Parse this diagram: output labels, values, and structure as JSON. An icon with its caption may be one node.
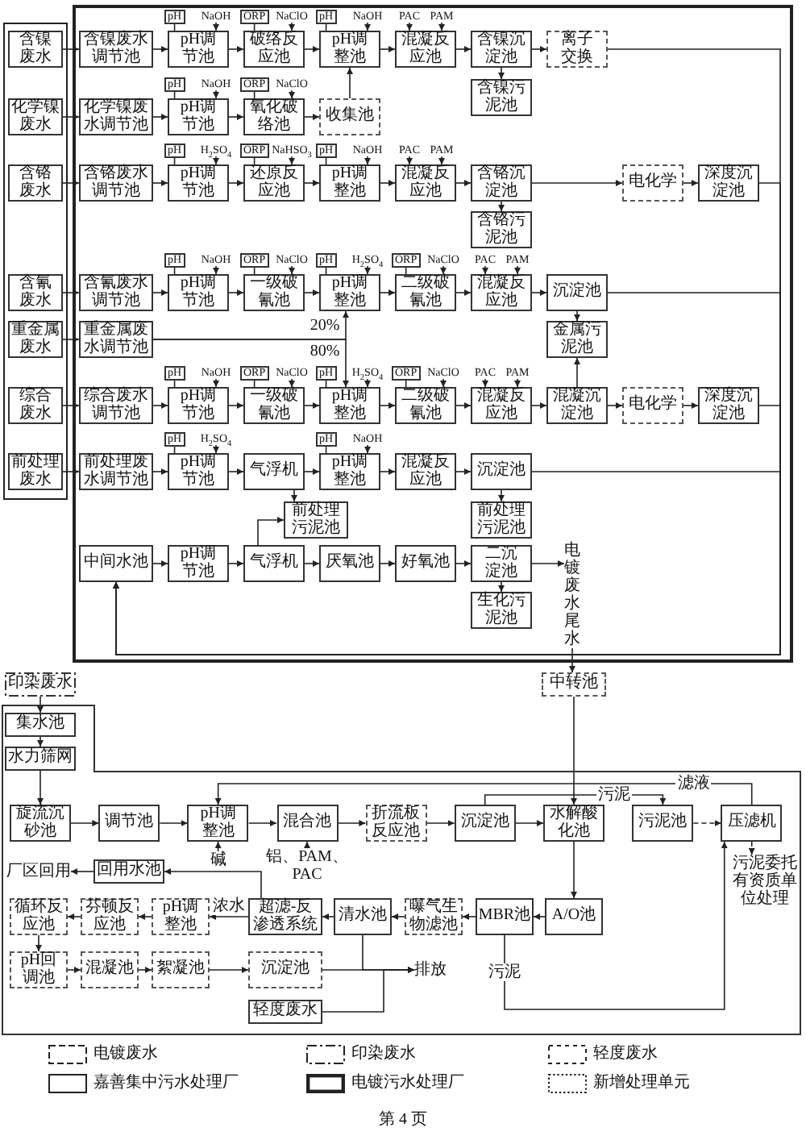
{
  "diagram": {
    "nodes": [
      {
        "text": [],
        "shape": "box"
      },
      {
        "text": [
          "含镍废水"
        ],
        "in": 0
      },
      {
        "text": [
          "化学镍废水"
        ],
        "in": 0
      },
      {
        "text": [
          "含铬废水"
        ],
        "in": 0
      },
      {
        "text": [
          "含氰废水"
        ],
        "in": 0
      },
      {
        "text": [
          "重金属废水"
        ],
        "in": 0
      },
      {
        "text": [
          "综合废水"
        ],
        "in": 0
      },
      {
        "text": [
          "前处理废水"
        ],
        "in": 0
      },
      {
        "text": [],
        "shape": "box"
      },
      {
        "text": [
          "含镍废水调节池"
        ],
        "in": 8
      },
      {
        "text": [
          "pH调节池"
        ],
        "in": 8
      },
      {
        "text": [
          "破络反应池"
        ],
        "in": 8
      },
      {
        "text": [
          "pH调整池"
        ],
        "in": 8
      },
      {
        "text": [
          "混凝反应池"
        ],
        "in": 8
      },
      {
        "text": [
          "含镍沉淀池"
        ],
        "in": 8
      },
      {
        "text": [
          "离子交换"
        ],
        "in": 8
      },
      {
        "text": [
          "含镍污泥池"
        ],
        "in": 8
      },
      {
        "text": [
          "pH"
        ],
        "in": 8
      },
      {
        "text": [
          "NaOH"
        ],
        "in": 8
      },
      {
        "text": [
          "ORP"
        ],
        "in": 8
      },
      {
        "text": [
          "NaClO"
        ],
        "in": 8
      },
      {
        "text": [
          "pH"
        ],
        "in": 8
      },
      {
        "text": [
          "NaOH"
        ],
        "in": 8
      },
      {
        "text": [
          "PAC"
        ],
        "in": 8
      },
      {
        "text": [
          "PAM"
        ],
        "in": 8
      },
      {
        "text": [
          "化学镍废水调节池"
        ],
        "in": 8
      },
      {
        "text": [
          "pH调节池"
        ],
        "in": 8
      },
      {
        "text": [
          "氧化破络池"
        ],
        "in": 8
      },
      {
        "text": [
          "收集池"
        ],
        "in": 8
      },
      {
        "text": [
          "pH"
        ],
        "in": 8
      },
      {
        "text": [
          "NaOH"
        ],
        "in": 8
      },
      {
        "text": [
          "ORP"
        ],
        "in": 8
      },
      {
        "text": [
          "NaClO"
        ],
        "in": 8
      },
      {
        "text": [
          "含铬废水调节池"
        ],
        "in": 8
      },
      {
        "text": [
          "pH调节池"
        ],
        "in": 8
      },
      {
        "text": [
          "还原反应池"
        ],
        "in": 8
      },
      {
        "text": [
          "pH调整池"
        ],
        "in": 8
      },
      {
        "text": [
          "混凝反应池"
        ],
        "in": 8
      },
      {
        "text": [
          "含铬沉淀池"
        ],
        "in": 8
      },
      {
        "text": [
          "电化学"
        ],
        "in": 8
      },
      {
        "text": [
          "深度沉淀池"
        ],
        "in": 8
      },
      {
        "text": [
          "含铬污泥池"
        ],
        "in": 8
      },
      {
        "text": [
          "pH"
        ],
        "in": 8
      },
      {
        "text": [
          "H$_{2}$SO$_{4}$"
        ],
        "in": 8
      },
      {
        "text": [
          "ORP"
        ],
        "in": 8
      },
      {
        "text": [
          "NaHSO$_{3}$"
        ],
        "in": 8
      },
      {
        "text": [
          "pH"
        ],
        "in": 8
      },
      {
        "text": [
          "NaOH"
        ],
        "in": 8
      },
      {
        "text": [
          "PAC"
        ],
        "in": 8
      },
      {
        "text": [
          "PAM"
        ],
        "in": 8
      },
      {
        "text": [
          "含氰废水调节池"
        ],
        "in": 8
      },
      {
        "text": [
          "pH调节池"
        ],
        "in": 8
      },
      {
        "text": [
          "一级破氰池"
        ],
        "in": 8
      },
      {
        "text": [
          "pH调整池"
        ],
        "in": 8
      },
      {
        "text": [
          "二级破氰池"
        ],
        "in": 8
      },
      {
        "text": [
          "混凝反应池"
        ],
        "in": 8
      },
      {
        "text": [
          "沉淀池"
        ],
        "in": 8
      },
      {
        "text": [
          "金属污泥池"
        ],
        "in": 8
      },
      {
        "text": [
          "pH"
        ],
        "in": 8
      },
      {
        "text": [
          "NaOH"
        ],
        "in": 8
      },
      {
        "text": [
          "ORP"
        ],
        "in": 8
      },
      {
        "text": [
          "NaClO"
        ],
        "in": 8
      },
      {
        "text": [
          "pH"
        ],
        "in": 8
      },
      {
        "text": [
          "H$_{2}$SO$_{4}$"
        ],
        "in": 8
      },
      {
        "text": [
          "ORP"
        ],
        "in": 8
      },
      {
        "text": [
          "NaClO"
        ],
        "in": 8
      },
      {
        "text": [
          "PAC"
        ],
        "in": 8
      },
      {
        "text": [
          "PAM"
        ],
        "in": 8
      },
      {
        "text": [
          "重金属废水调节池"
        ],
        "in": 8
      },
      {
        "text": [
          "综合废水调节池"
        ],
        "in": 8
      },
      {
        "text": [
          "pH调节池"
        ],
        "in": 8
      },
      {
        "text": [
          "一级破氰池"
        ],
        "in": 8
      },
      {
        "text": [
          "pH调整池"
        ],
        "in": 8
      },
      {
        "text": [
          "二级破氰池"
        ],
        "in": 8
      },
      {
        "text": [
          "混凝反应池"
        ],
        "in": 8
      },
      {
        "text": [
          "混凝沉淀池"
        ],
        "in": 8
      },
      {
        "text": [
          "电化学"
        ],
        "in": 8
      },
      {
        "text": [
          "深度沉淀池"
        ],
        "in": 8
      },
      {
        "text": [
          "pH"
        ],
        "in": 8
      },
      {
        "text": [
          "NaOH"
        ],
        "in": 8
      },
      {
        "text": [
          "ORP"
        ],
        "in": 8
      },
      {
        "text": [
          "NaClO"
        ],
        "in": 8
      },
      {
        "text": [
          "pH"
        ],
        "in": 8
      },
      {
        "text": [
          "H$_{2}$SO$_{4}$"
        ],
        "in": 8
      },
      {
        "text": [
          "ORP"
        ],
        "in": 8
      },
      {
        "text": [
          "NaClO"
        ],
        "in": 8
      },
      {
        "text": [
          "PAC"
        ],
        "in": 8
      },
      {
        "text": [
          "PAM"
        ],
        "in": 8
      },
      {
        "text": [
          "前处理废水调节池"
        ],
        "in": 8
      },
      {
        "text": [
          "pH调节池"
        ],
        "in": 8
      },
      {
        "text": [
          "气浮机"
        ],
        "in": 8
      },
      {
        "text": [
          "pH调整池"
        ],
        "in": 8
      },
      {
        "text": [
          "混凝反应池"
        ],
        "in": 8
      },
      {
        "text": [
          "沉淀池"
        ],
        "in": 8
      },
      {
        "text": [
          "前处理污泥池"
        ],
        "in": 8
      },
      {
        "text": [
          "前处理污泥池"
        ],
        "in": 8
      },
      {
        "text": [
          "pH"
        ],
        "in": 8
      },
      {
        "text": [
          "H$_{2}$SO$_{4}$"
        ],
        "in": 8
      },
      {
        "text": [
          "pH"
        ],
        "in": 8
      },
      {
        "text": [
          "NaOH"
        ],
        "in": 8
      },
      {
        "text": [
          "中间水池"
        ],
        "in": 8
      },
      {
        "text": [
          "pH调节池"
        ],
        "in": 8
      },
      {
        "text": [
          "气浮机"
        ],
        "in": 8
      },
      {
        "text": [
          "厌氧池"
        ],
        "in": 8
      },
      {
        "text": [
          "好氧池"
        ],
        "in": 8
      },
      {
        "text": [
          "二沉淀池"
        ],
        "in": 8
      },
      {
        "text": [
          "生化污泥池"
        ],
        "in": 8
      },
      {
        "text": [
          "电镀废水尾水"
        ],
        "in": 8
      },
      {
        "text": [
          "中转池"
        ]
      },
      {
        "text": [
          "印染废水"
        ]
      },
      {
        "text": [],
        "shape": "box"
      },
      {
        "text": [
          "集水池"
        ],
        "in": 110
      },
      {
        "text": [
          "水力筛网"
        ],
        "in": 110
      },
      {
        "text": [
          "旋流沉砂池"
        ],
        "in": 110
      },
      {
        "text": [
          "调节池"
        ],
        "in": 110
      },
      {
        "text": [
          "pH调整池"
        ],
        "in": 110
      },
      {
        "text": [
          "混合池"
        ],
        "in": 110
      },
      {
        "text": [
          "折流板反应池"
        ],
        "in": 110
      },
      {
        "text": [
          "沉淀池"
        ],
        "in": 110
      },
      {
        "text": [
          "水解酸化池"
        ],
        "in": 110
      },
      {
        "text": [
          "污泥池"
        ],
        "in": 110
      },
      {
        "text": [
          "压滤机"
        ],
        "in": 110
      },
      {
        "text": [
          "碱"
        ],
        "in": 110
      },
      {
        "text": [
          "铝、PAM、PAC"
        ],
        "in": 110
      },
      {
        "text": [
          "回用水池"
        ],
        "in": 110
      },
      {
        "text": [
          "厂区回用"
        ],
        "in": 110
      },
      {
        "text": [
          "循环反应池"
        ],
        "in": 110
      },
      {
        "text": [
          "芬顿反应池"
        ],
        "in": 110
      },
      {
        "text": [
          "pH调整池"
        ],
        "in": 110
      },
      {
        "text": [
          "超滤-反渗透系统"
        ],
        "in": 110
      },
      {
        "text": [
          "清水池"
        ],
        "in": 110
      },
      {
        "text": [
          "曝气生物滤池"
        ],
        "in": 110
      },
      {
        "text": [
          "MBR池"
        ],
        "in": 110
      },
      {
        "text": [
          "A/O池"
        ],
        "in": 110
      },
      {
        "text": [
          "污泥委托有资质单位处理"
        ],
        "in": 110
      },
      {
        "text": [
          "pH回调池"
        ],
        "in": 110
      },
      {
        "text": [
          "混凝池"
        ],
        "in": 110
      },
      {
        "text": [
          "絮凝池"
        ],
        "in": 110
      },
      {
        "text": [
          "沉淀池"
        ],
        "in": 110
      },
      {
        "text": [
          "排放"
        ],
        "in": 110
      },
      {
        "text": [
          "轻度废水"
        ],
        "in": 110
      }
    ],
    "edges": [
      {
        "from": 1,
        "to": 9,
        "arrow": "to"
      },
      {
        "from": 9,
        "to": 10,
        "arrow": "to"
      },
      {
        "from": 10,
        "to": 11,
        "arrow": "to"
      },
      {
        "from": 11,
        "to": 12,
        "arrow": "to"
      },
      {
        "from": 12,
        "to": 13,
        "arrow": "to"
      },
      {
        "from": 13,
        "to": 14,
        "arrow": "to"
      },
      {
        "from": 14,
        "to": 15,
        "arrow": "to"
      },
      {
        "from": 14,
        "to": 16,
        "arrow": "to"
      },
      {
        "from": 15,
        "to": 100,
        "arrow": "to"
      },
      {
        "from": 17,
        "to": 10,
        "arrow": "none"
      },
      {
        "from": 18,
        "to": 10,
        "arrow": "to"
      },
      {
        "from": 19,
        "to": 11,
        "arrow": "none"
      },
      {
        "from": 20,
        "to": 11,
        "arrow": "to"
      },
      {
        "from": 21,
        "to": 12,
        "arrow": "none"
      },
      {
        "from": 22,
        "to": 12,
        "arrow": "to"
      },
      {
        "from": 23,
        "to": 13,
        "arrow": "to"
      },
      {
        "from": 24,
        "to": 13,
        "arrow": "to"
      },
      {
        "from": 2,
        "to": 25,
        "arrow": "to"
      },
      {
        "from": 25,
        "to": 26,
        "arrow": "to"
      },
      {
        "from": 26,
        "to": 27,
        "arrow": "to"
      },
      {
        "from": 27,
        "to": 28,
        "arrow": "to"
      },
      {
        "from": 28,
        "to": 12,
        "arrow": "to"
      },
      {
        "from": 29,
        "to": 26,
        "arrow": "none"
      },
      {
        "from": 30,
        "to": 26,
        "arrow": "to"
      },
      {
        "from": 31,
        "to": 27,
        "arrow": "none"
      },
      {
        "from": 32,
        "to": 27,
        "arrow": "to"
      },
      {
        "from": 3,
        "to": 33,
        "arrow": "to"
      },
      {
        "from": 33,
        "to": 34,
        "arrow": "to"
      },
      {
        "from": 34,
        "to": 35,
        "arrow": "to"
      },
      {
        "from": 35,
        "to": 36,
        "arrow": "to"
      },
      {
        "from": 36,
        "to": 37,
        "arrow": "to"
      },
      {
        "from": 37,
        "to": 38,
        "arrow": "to"
      },
      {
        "from": 38,
        "to": 39,
        "arrow": "to"
      },
      {
        "from": 39,
        "to": 40,
        "arrow": "to"
      },
      {
        "from": 38,
        "to": 41,
        "arrow": "to"
      },
      {
        "from": 40,
        "to": 100,
        "arrow": "to"
      },
      {
        "from": 42,
        "to": 34,
        "arrow": "none"
      },
      {
        "from": 43,
        "to": 34,
        "arrow": "to"
      },
      {
        "from": 44,
        "to": 35,
        "arrow": "none"
      },
      {
        "from": 45,
        "to": 35,
        "arrow": "to"
      },
      {
        "from": 46,
        "to": 36,
        "arrow": "none"
      },
      {
        "from": 47,
        "to": 36,
        "arrow": "to"
      },
      {
        "from": 48,
        "to": 37,
        "arrow": "to"
      },
      {
        "from": 49,
        "to": 37,
        "arrow": "to"
      },
      {
        "from": 4,
        "to": 50,
        "arrow": "to"
      },
      {
        "from": 50,
        "to": 51,
        "arrow": "to"
      },
      {
        "from": 51,
        "to": 52,
        "arrow": "to"
      },
      {
        "from": 52,
        "to": 53,
        "arrow": "to"
      },
      {
        "from": 53,
        "to": 54,
        "arrow": "to"
      },
      {
        "from": 54,
        "to": 55,
        "arrow": "to"
      },
      {
        "from": 55,
        "to": 56,
        "arrow": "to"
      },
      {
        "from": 56,
        "to": 57,
        "arrow": "to"
      },
      {
        "from": 56,
        "to": 100,
        "arrow": "to"
      },
      {
        "from": 58,
        "to": 51,
        "arrow": "none"
      },
      {
        "from": 59,
        "to": 51,
        "arrow": "to"
      },
      {
        "from": 60,
        "to": 52,
        "arrow": "none"
      },
      {
        "from": 61,
        "to": 52,
        "arrow": "to"
      },
      {
        "from": 62,
        "to": 53,
        "arrow": "none"
      },
      {
        "from": 63,
        "to": 53,
        "arrow": "to"
      },
      {
        "from": 64,
        "to": 54,
        "arrow": "none"
      },
      {
        "from": 65,
        "to": 54,
        "arrow": "to"
      },
      {
        "from": 66,
        "to": 55,
        "arrow": "to"
      },
      {
        "from": 67,
        "to": 55,
        "arrow": "to"
      },
      {
        "from": 5,
        "to": 68,
        "arrow": "to"
      },
      {
        "from": 68,
        "to": 53,
        "arrow": "to",
        "label": "20%"
      },
      {
        "from": 68,
        "to": 72,
        "arrow": "to",
        "label": "80%"
      },
      {
        "from": 6,
        "to": 69,
        "arrow": "to"
      },
      {
        "from": 69,
        "to": 70,
        "arrow": "to"
      },
      {
        "from": 70,
        "to": 71,
        "arrow": "to"
      },
      {
        "from": 71,
        "to": 72,
        "arrow": "to"
      },
      {
        "from": 72,
        "to": 73,
        "arrow": "to"
      },
      {
        "from": 73,
        "to": 74,
        "arrow": "to"
      },
      {
        "from": 74,
        "to": 75,
        "arrow": "to"
      },
      {
        "from": 75,
        "to": 76,
        "arrow": "to"
      },
      {
        "from": 76,
        "to": 77,
        "arrow": "to"
      },
      {
        "from": 75,
        "to": 57,
        "arrow": "to"
      },
      {
        "from": 77,
        "to": 100,
        "arrow": "to"
      },
      {
        "from": 78,
        "to": 70,
        "arrow": "none"
      },
      {
        "from": 79,
        "to": 70,
        "arrow": "to"
      },
      {
        "from": 80,
        "to": 71,
        "arrow": "none"
      },
      {
        "from": 81,
        "to": 71,
        "arrow": "to"
      },
      {
        "from": 82,
        "to": 72,
        "arrow": "none"
      },
      {
        "from": 83,
        "to": 72,
        "arrow": "to"
      },
      {
        "from": 84,
        "to": 73,
        "arrow": "none"
      },
      {
        "from": 85,
        "to": 73,
        "arrow": "to"
      },
      {
        "from": 86,
        "to": 74,
        "arrow": "to"
      },
      {
        "from": 87,
        "to": 74,
        "arrow": "to"
      },
      {
        "from": 7,
        "to": 88,
        "arrow": "to"
      },
      {
        "from": 88,
        "to": 89,
        "arrow": "to"
      },
      {
        "from": 89,
        "to": 90,
        "arrow": "to"
      },
      {
        "from": 90,
        "to": 91,
        "arrow": "to"
      },
      {
        "from": 91,
        "to": 92,
        "arrow": "to"
      },
      {
        "from": 92,
        "to": 93,
        "arrow": "to"
      },
      {
        "from": 90,
        "to": 94,
        "arrow": "to"
      },
      {
        "from": 93,
        "to": 95,
        "arrow": "to"
      },
      {
        "from": 93,
        "to": 100,
        "arrow": "to"
      },
      {
        "from": 96,
        "to": 89,
        "arrow": "none"
      },
      {
        "from": 97,
        "to": 89,
        "arrow": "to"
      },
      {
        "from": 98,
        "to": 91,
        "arrow": "none"
      },
      {
        "from": 99,
        "to": 91,
        "arrow": "to"
      },
      {
        "from": 100,
        "to": 101,
        "arrow": "to"
      },
      {
        "from": 101,
        "to": 102,
        "arrow": "to"
      },
      {
        "from": 102,
        "to": 103,
        "arrow": "to"
      },
      {
        "from": 103,
        "to": 104,
        "arrow": "to"
      },
      {
        "from": 104,
        "to": 105,
        "arrow": "to"
      },
      {
        "from": 105,
        "to": 106,
        "arrow": "to"
      },
      {
        "from": 105,
        "to": 107,
        "arrow": "to"
      },
      {
        "from": 102,
        "to": 94,
        "arrow": "to"
      },
      {
        "from": 107,
        "to": 108,
        "arrow": "to"
      },
      {
        "from": 108,
        "to": 119,
        "arrow": "to"
      },
      {
        "from": 109,
        "to": 111,
        "arrow": "to"
      },
      {
        "from": 111,
        "to": 112,
        "arrow": "to"
      },
      {
        "from": 112,
        "to": 113,
        "arrow": "to"
      },
      {
        "from": 113,
        "to": 114,
        "arrow": "to"
      },
      {
        "from": 114,
        "to": 115,
        "arrow": "to"
      },
      {
        "from": 115,
        "to": 116,
        "arrow": "to"
      },
      {
        "from": 116,
        "to": 117,
        "arrow": "to"
      },
      {
        "from": 117,
        "to": 118,
        "arrow": "to"
      },
      {
        "from": 118,
        "to": 119,
        "arrow": "to"
      },
      {
        "from": 118,
        "to": 120,
        "arrow": "to",
        "label": "污泥"
      },
      {
        "from": 120,
        "to": 121,
        "arrow": "to",
        "style": "dashed"
      },
      {
        "from": 121,
        "to": 115,
        "arrow": "to",
        "label": "滤液"
      },
      {
        "from": 121,
        "to": 134,
        "arrow": "to",
        "style": "dashed"
      },
      {
        "from": 122,
        "to": 115,
        "arrow": "to"
      },
      {
        "from": 123,
        "to": 116,
        "arrow": "to"
      },
      {
        "from": 119,
        "to": 133,
        "arrow": "to"
      },
      {
        "from": 133,
        "to": 132,
        "arrow": "to"
      },
      {
        "from": 132,
        "to": 131,
        "arrow": "to"
      },
      {
        "from": 131,
        "to": 130,
        "arrow": "to"
      },
      {
        "from": 130,
        "to": 129,
        "arrow": "to"
      },
      {
        "from": 129,
        "to": 124,
        "arrow": "to"
      },
      {
        "from": 124,
        "to": 125,
        "arrow": "to"
      },
      {
        "from": 129,
        "to": 128,
        "arrow": "to",
        "label": "浓水"
      },
      {
        "from": 128,
        "to": 127,
        "arrow": "to"
      },
      {
        "from": 127,
        "to": 126,
        "arrow": "to"
      },
      {
        "from": 126,
        "to": 135,
        "arrow": "to"
      },
      {
        "from": 135,
        "to": 136,
        "arrow": "to"
      },
      {
        "from": 136,
        "to": 137,
        "arrow": "to"
      },
      {
        "from": 137,
        "to": 138,
        "arrow": "to"
      },
      {
        "from": 138,
        "to": 139,
        "arrow": "to"
      },
      {
        "from": 130,
        "to": 139,
        "arrow": "to"
      },
      {
        "from": 140,
        "to": 139,
        "arrow": "to"
      },
      {
        "from": 132,
        "to": 121,
        "arrow": "to",
        "label": "污泥"
      }
    ],
    "labels": [
      "第 4 页"
    ],
    "legend": [
      {
        "text": "电镀废水"
      },
      {
        "text": "印染废水"
      },
      {
        "text": "轻度废水"
      },
      {
        "text": "嘉善集中污水处理厂"
      },
      {
        "text": "电镀污水处理厂"
      },
      {
        "text": "新增处理单元"
      }
    ]
  }
}
